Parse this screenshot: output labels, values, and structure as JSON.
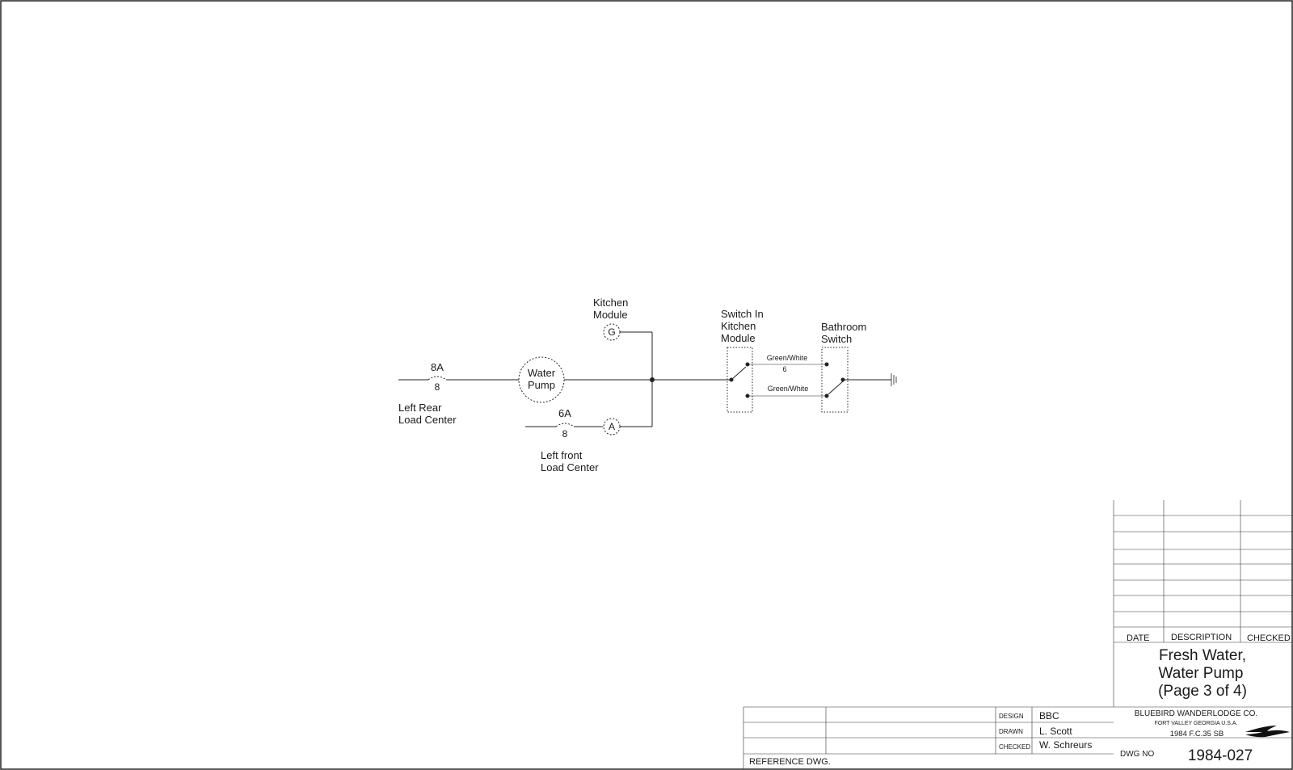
{
  "schematic": {
    "fuse_rear": {
      "rating": "8A",
      "wire": "8",
      "label_line1": "Left Rear",
      "label_line2": "Load Center"
    },
    "fuse_front": {
      "rating": "6A",
      "wire": "8",
      "label_line1": "Left front",
      "label_line2": "Load Center"
    },
    "pump": {
      "line1": "Water",
      "line2": "Pump"
    },
    "kitchen_module": {
      "line1": "Kitchen",
      "line2": "Module",
      "terminal": "G"
    },
    "front_terminal": "A",
    "switch_kitchen": {
      "line1": "Switch In",
      "line2": "Kitchen",
      "line3": "Module"
    },
    "switch_bathroom": {
      "line1": "Bathroom",
      "line2": "Switch"
    },
    "wire_upper": {
      "color": "Green/White",
      "gauge": "6"
    },
    "wire_lower": {
      "color": "Green/White"
    }
  },
  "title_block": {
    "revision_headers": {
      "date": "DATE",
      "description": "DESCRIPTION",
      "checked": "CHECKED"
    },
    "title_line1": "Fresh Water,",
    "title_line2": "Water Pump",
    "title_line3": "(Page 3 of 4)",
    "design_label": "DESIGN",
    "design_value": "BBC",
    "drawn_label": "DRAWN",
    "drawn_value": "L. Scott",
    "checked_label": "CHECKED",
    "checked_value": "W. Schreurs",
    "reference_label": "REFERENCE DWG.",
    "company": "BLUEBIRD WANDERLODGE CO.",
    "location": "FORT VALLEY GEORGIA U.S.A.",
    "model": "1984 F.C.35 SB",
    "dwg_label": "DWG NO",
    "dwg_number": "1984-027"
  }
}
